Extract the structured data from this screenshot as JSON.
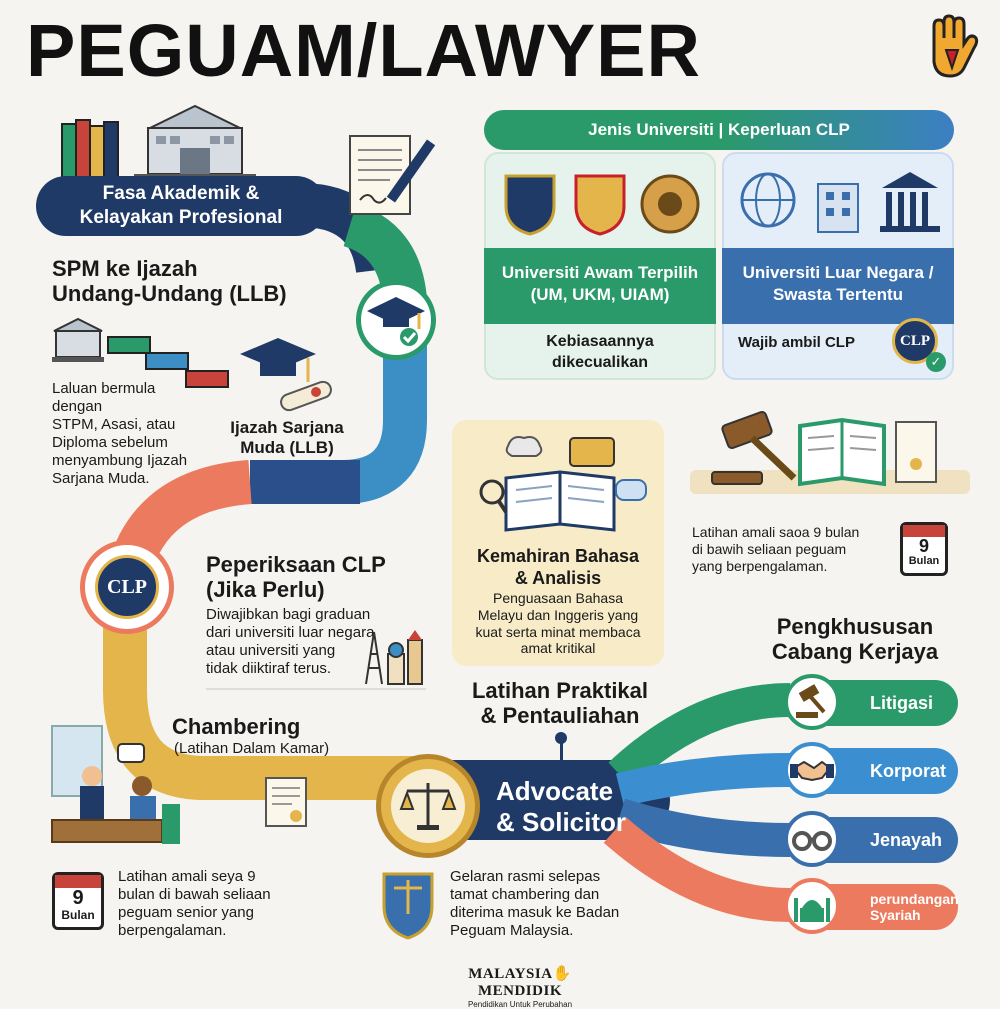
{
  "title": "PEGUAM/LAWYER",
  "academic": {
    "banner_line1": "Fasa Akademik &",
    "banner_line2": "Kelayakan Profesional",
    "heading_line1": "SPM ke Ijazah",
    "heading_line2": "Undang-Undang (LLB)",
    "desc": [
      "Laluan bermula",
      "dengan",
      "STPM, Asasi, atau",
      "Diploma sebelum",
      "menyambung Ijazah",
      "Sarjana Muda."
    ],
    "degree_line1": "Ijazah Sarjana",
    "degree_line2": "Muda (LLB)"
  },
  "universities": {
    "header": "Jenis Universiti | Keperluan CLP",
    "public": {
      "title_line1": "Universiti Awam Terpilih",
      "title_line2": "(UM, UKM, UIAM)",
      "note_line1": "Kebiasaannya",
      "note_line2": "dikecualikan"
    },
    "foreign": {
      "title_line1": "Universiti Luar Negara /",
      "title_line2": "Swasta Tertentu",
      "note": "Wajib ambil CLP",
      "badge": "CLP"
    }
  },
  "clp": {
    "badge": "CLP",
    "heading_line1": "Peperiksaan CLP",
    "heading_line2": "(Jika Perlu)",
    "desc": [
      "Diwajibkan bagi graduan",
      "dari universiti luar negara",
      "atau universiti yang",
      "tidak diiktiraf terus."
    ]
  },
  "language": {
    "heading_line1": "Kemahiran Bahasa",
    "heading_line2": "& Analisis",
    "desc": [
      "Penguasaan Bahasa",
      "Melayu dan Inggeris yang",
      "kuat serta minat membaca",
      "amat kritikal"
    ]
  },
  "practical_top": {
    "desc": [
      "Latihan amali saoa 9 bulan",
      "di bawih seliaan peguam",
      "yang berpengalaman."
    ],
    "calendar_num": "9",
    "calendar_label": "Bulan"
  },
  "specialization": {
    "heading_line1": "Pengkhususan",
    "heading_line2": "Cabang Kerjaya",
    "branches": [
      {
        "label": "Litigasi",
        "color": "#2a9a6a"
      },
      {
        "label": "Korporat",
        "color": "#3b8fd0"
      },
      {
        "label": "Jenayah",
        "color": "#3a6fae"
      },
      {
        "label": "perundangan Syariah",
        "color": "#ec7a5e"
      }
    ]
  },
  "practical_title": {
    "line1": "Latihan Praktikal",
    "line2": "& Pentauliahan"
  },
  "chambering": {
    "heading": "Chambering",
    "sub": "(Latihan Dalam Kamar)",
    "desc": [
      "Latihan amali seya 9",
      "bulan di bawah seliaan",
      "peguam senior yang",
      "berpengalaman."
    ],
    "calendar_num": "9",
    "calendar_label": "Bulan"
  },
  "advocate": {
    "line1": "Advocate",
    "line2": "& Solicitor",
    "desc": [
      "Gelaran rasmi selepas",
      "tamat chambering dan",
      "diterima masuk ke Badan",
      "Peguam Malaysia."
    ]
  },
  "footer": {
    "brand_left": "MALAYSIA",
    "brand_right": "MENDIDIK",
    "tagline": "Pendidikan Untuk Perubahan"
  },
  "colors": {
    "navy": "#1f3a66",
    "green": "#2a9a6a",
    "teal": "#3c8fc4",
    "orange": "#ec7a5e",
    "gold": "#e3b54a"
  }
}
